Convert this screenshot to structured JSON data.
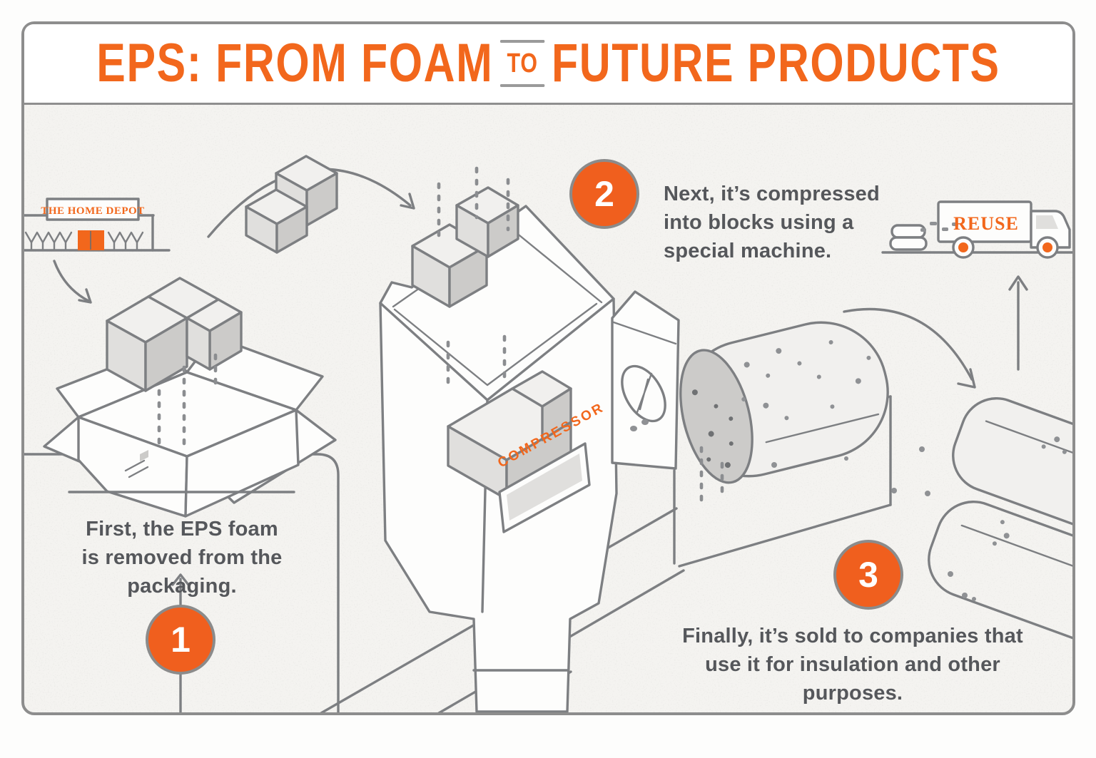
{
  "title": {
    "part1": "EPS: FROM FOAM",
    "connector": "TO",
    "part2": "FUTURE PRODUCTS"
  },
  "steps": [
    {
      "number": "1",
      "lines": [
        "First, the EPS foam",
        "is removed from the packaging."
      ]
    },
    {
      "number": "2",
      "lines": [
        "Next, it’s compressed",
        "into blocks using a",
        "special machine."
      ]
    },
    {
      "number": "3",
      "lines": [
        "Finally, it’s sold to companies that",
        "use it for insulation and other purposes."
      ]
    }
  ],
  "labels": {
    "store_sign": "THE HOME DEPOT",
    "machine": "COMPRESSOR",
    "truck": "REUSE"
  },
  "colors": {
    "accent_orange": "#f2671c",
    "line_gray": "#7d7f82",
    "text_gray": "#55575b",
    "card_border": "#8d8d8d",
    "paper": "#f4f3f0"
  }
}
